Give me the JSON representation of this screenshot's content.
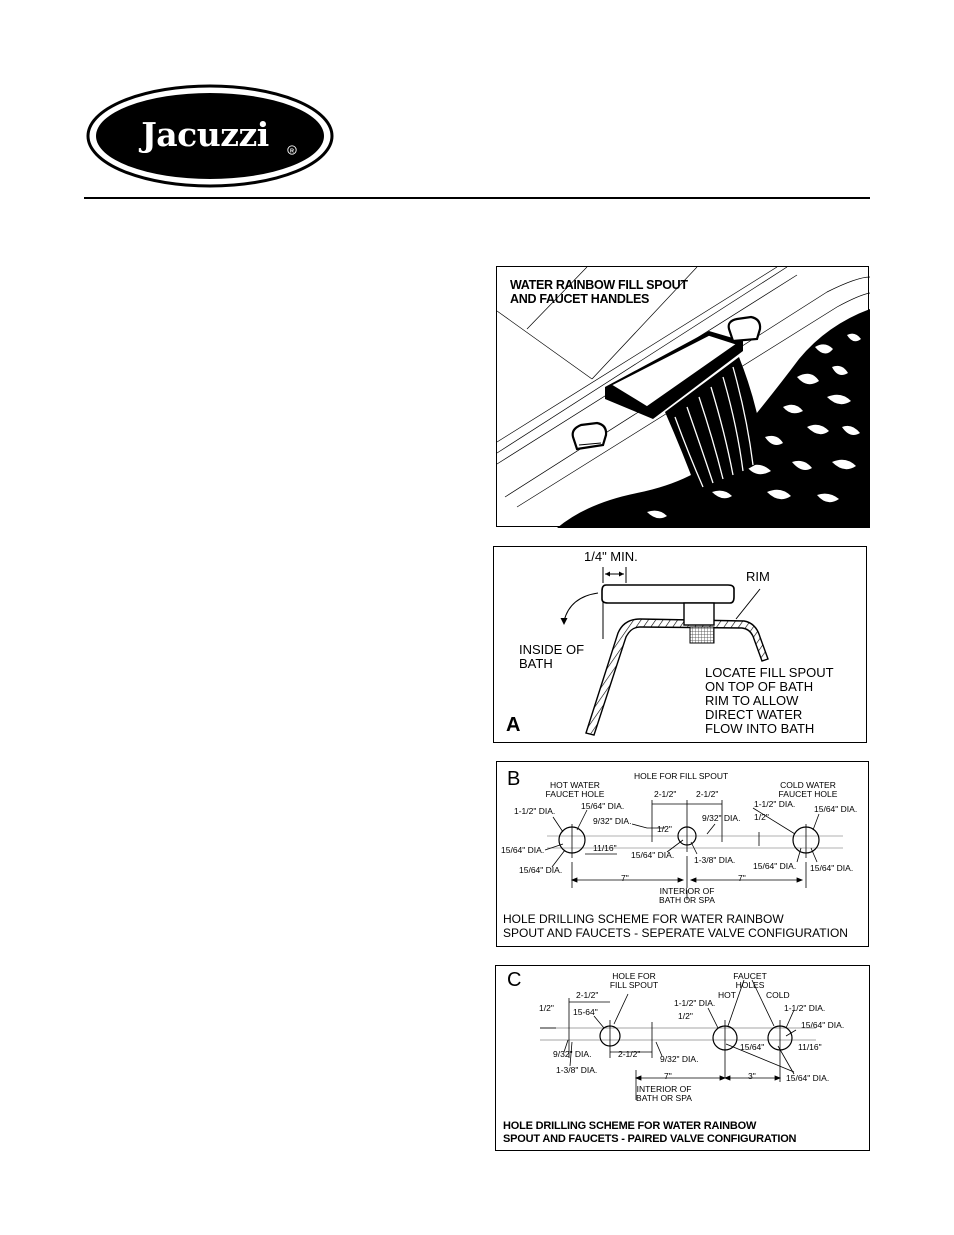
{
  "brand": {
    "name": "Jacuzzi",
    "mark": "®"
  },
  "figure1": {
    "title_line1": "WATER RAINBOW FILL SPOUT",
    "title_line2": "AND FAUCET HANDLES"
  },
  "figureA": {
    "letter": "A",
    "min_label": "1/4\" MIN.",
    "rim_label": "RIM",
    "inside_line1": "INSIDE OF",
    "inside_line2": "BATH",
    "note_lines": [
      "LOCATE FILL SPOUT",
      "ON TOP OF BATH",
      "RIM TO ALLOW",
      "DIRECT WATER",
      "FLOW INTO BATH"
    ]
  },
  "figureB": {
    "letter": "B",
    "hot_line1": "HOT WATER",
    "hot_line2": "FAUCET  HOLE",
    "spout_hole": "HOLE FOR FILL SPOUT",
    "cold_line1": "COLD  WATER",
    "cold_line2": "FAUCET  HOLE",
    "dims": {
      "d_1_12_left": "1-1/2\" DIA.",
      "d_15_64_top_left": "15/64\" DIA.",
      "d_9_32_left": "9/32\" DIA.",
      "d_2_12_left": "2-1/2\"",
      "d_2_12_right": "2-1/2\"",
      "d_1_2_mid": "1/2\"",
      "d_9_32_right": "9/32\" DIA.",
      "d_1_12_right": "1-1/2\" DIA.",
      "d_15_64_top_right": "15/64\" DIA.",
      "d_1_2_right": "1/2\"",
      "d_15_64_mid_left": "15/64\" DIA.",
      "d_11_16": "11/16\"",
      "d_15_64_center": "15/64\" DIA.",
      "d_1_38": "1-3/8\" DIA.",
      "d_15_64_bottom_left": "15/64\" DIA.",
      "d_15_64_bottom_right1": "15/64\" DIA.",
      "d_15_64_bottom_right2": "15/64\" DIA.",
      "d_7_left": "7\"",
      "d_7_right": "7\""
    },
    "interior_line1": "INTERIOR OF",
    "interior_line2": "BATH OR SPA",
    "caption_line1": "HOLE DRILLING SCHEME FOR WATER RAINBOW",
    "caption_line2": "SPOUT AND FAUCETS - SEPERATE VALVE CONFIGURATION"
  },
  "figureC": {
    "letter": "C",
    "spout_line1": "HOLE FOR",
    "spout_line2": "FILL SPOUT",
    "faucet_line1": "FAUCET",
    "faucet_line2": "HOLES",
    "hot": "HOT",
    "cold": "COLD",
    "dims": {
      "d_2_12_top": "2-1/2\"",
      "d_1_2_left": "1/2\"",
      "d_15_64_a": "15-64\"",
      "d_9_32_left": "9/32\" DIA.",
      "d_1_38": "1-3/8\" DIA.",
      "d_2_12_bottom": "2-1/2\"",
      "d_9_32_mid": "9/32\" DIA.",
      "d_1_12_hot": "1-1/2\" DIA.",
      "d_1_2_hot": "1/2\"",
      "d_15_64_b": "15/64\"",
      "d_1_12_cold": "1-1/2\" DIA.",
      "d_15_64_c": "15/64\" DIA.",
      "d_11_16": "11/16\"",
      "d_7": "7\"",
      "d_3": "3\"",
      "d_15_64_d": "15/64\" DIA."
    },
    "interior_line1": "INTERIOR OF",
    "interior_line2": "BATH OR SPA",
    "caption_line1": "HOLE DRILLING SCHEME FOR WATER RAINBOW",
    "caption_line2": "SPOUT AND FAUCETS - PAIRED VALVE CONFIGURATION"
  }
}
